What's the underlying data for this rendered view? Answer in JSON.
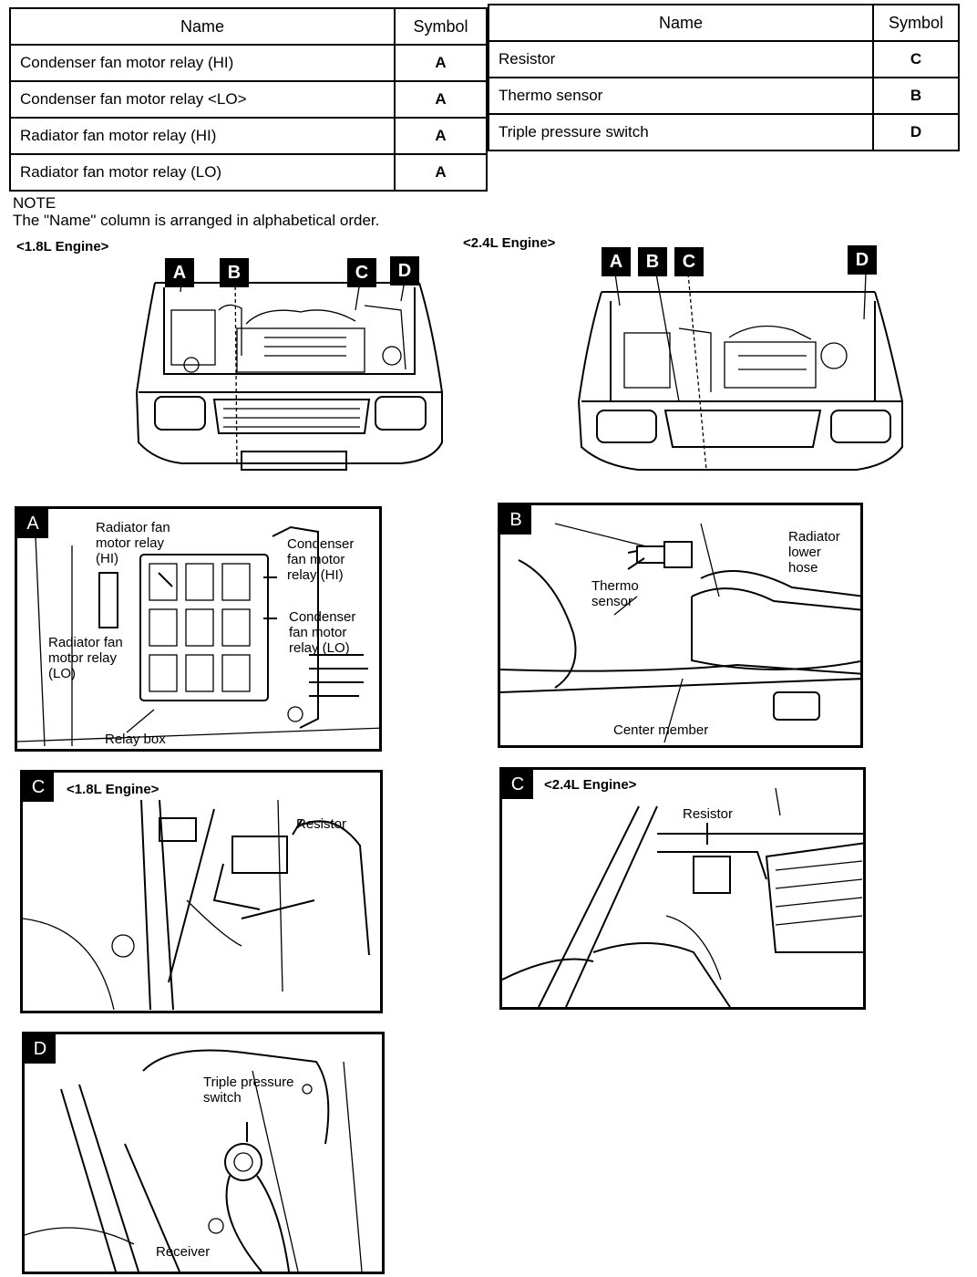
{
  "table_left": {
    "headers": {
      "name": "Name",
      "symbol": "Symbol"
    },
    "rows": [
      {
        "name": "Condenser fan motor relay (HI)",
        "symbol": "A"
      },
      {
        "name": "Condenser fan motor relay <LO>",
        "symbol": "A"
      },
      {
        "name": "Radiator fan motor relay (HI)",
        "symbol": "A"
      },
      {
        "name": "Radiator fan motor relay (LO)",
        "symbol": "A"
      }
    ]
  },
  "table_right": {
    "headers": {
      "name": "Name",
      "symbol": "Symbol"
    },
    "rows": [
      {
        "name": "Resistor",
        "symbol": "C"
      },
      {
        "name": "Thermo sensor",
        "symbol": "B"
      },
      {
        "name": "Triple pressure switch",
        "symbol": "D"
      }
    ]
  },
  "note": {
    "title": "NOTE",
    "text": "The \"Name\" column is arranged in alphabetical order."
  },
  "engines": {
    "left_label": "<1.8L Engine>",
    "right_label": "<2.4L Engine>",
    "left_callouts": [
      "A",
      "B",
      "C",
      "D"
    ],
    "right_callouts": [
      "A",
      "B",
      "C",
      "D"
    ]
  },
  "panels": {
    "a": {
      "tag": "A",
      "rad_hi": "Radiator fan\nmotor relay\n(HI)",
      "cond_hi": "Condenser\nfan motor\nrelay (HI)",
      "cond_lo": "Condenser\nfan motor\nrelay (LO)",
      "rad_lo": "Radiator fan\nmotor relay\n(LO)",
      "relay_box": "Relay box"
    },
    "b": {
      "tag": "B",
      "thermo": "Thermo\nsensor",
      "hose": "Radiator\nlower\nhose",
      "center": "Center member"
    },
    "c1": {
      "tag": "C",
      "engine": "<1.8L Engine>",
      "resistor": "Resistor"
    },
    "c2": {
      "tag": "C",
      "engine": "<2.4L Engine>",
      "resistor": "Resistor"
    },
    "d": {
      "tag": "D",
      "switch": "Triple pressure\nswitch",
      "receiver": "Receiver"
    }
  }
}
